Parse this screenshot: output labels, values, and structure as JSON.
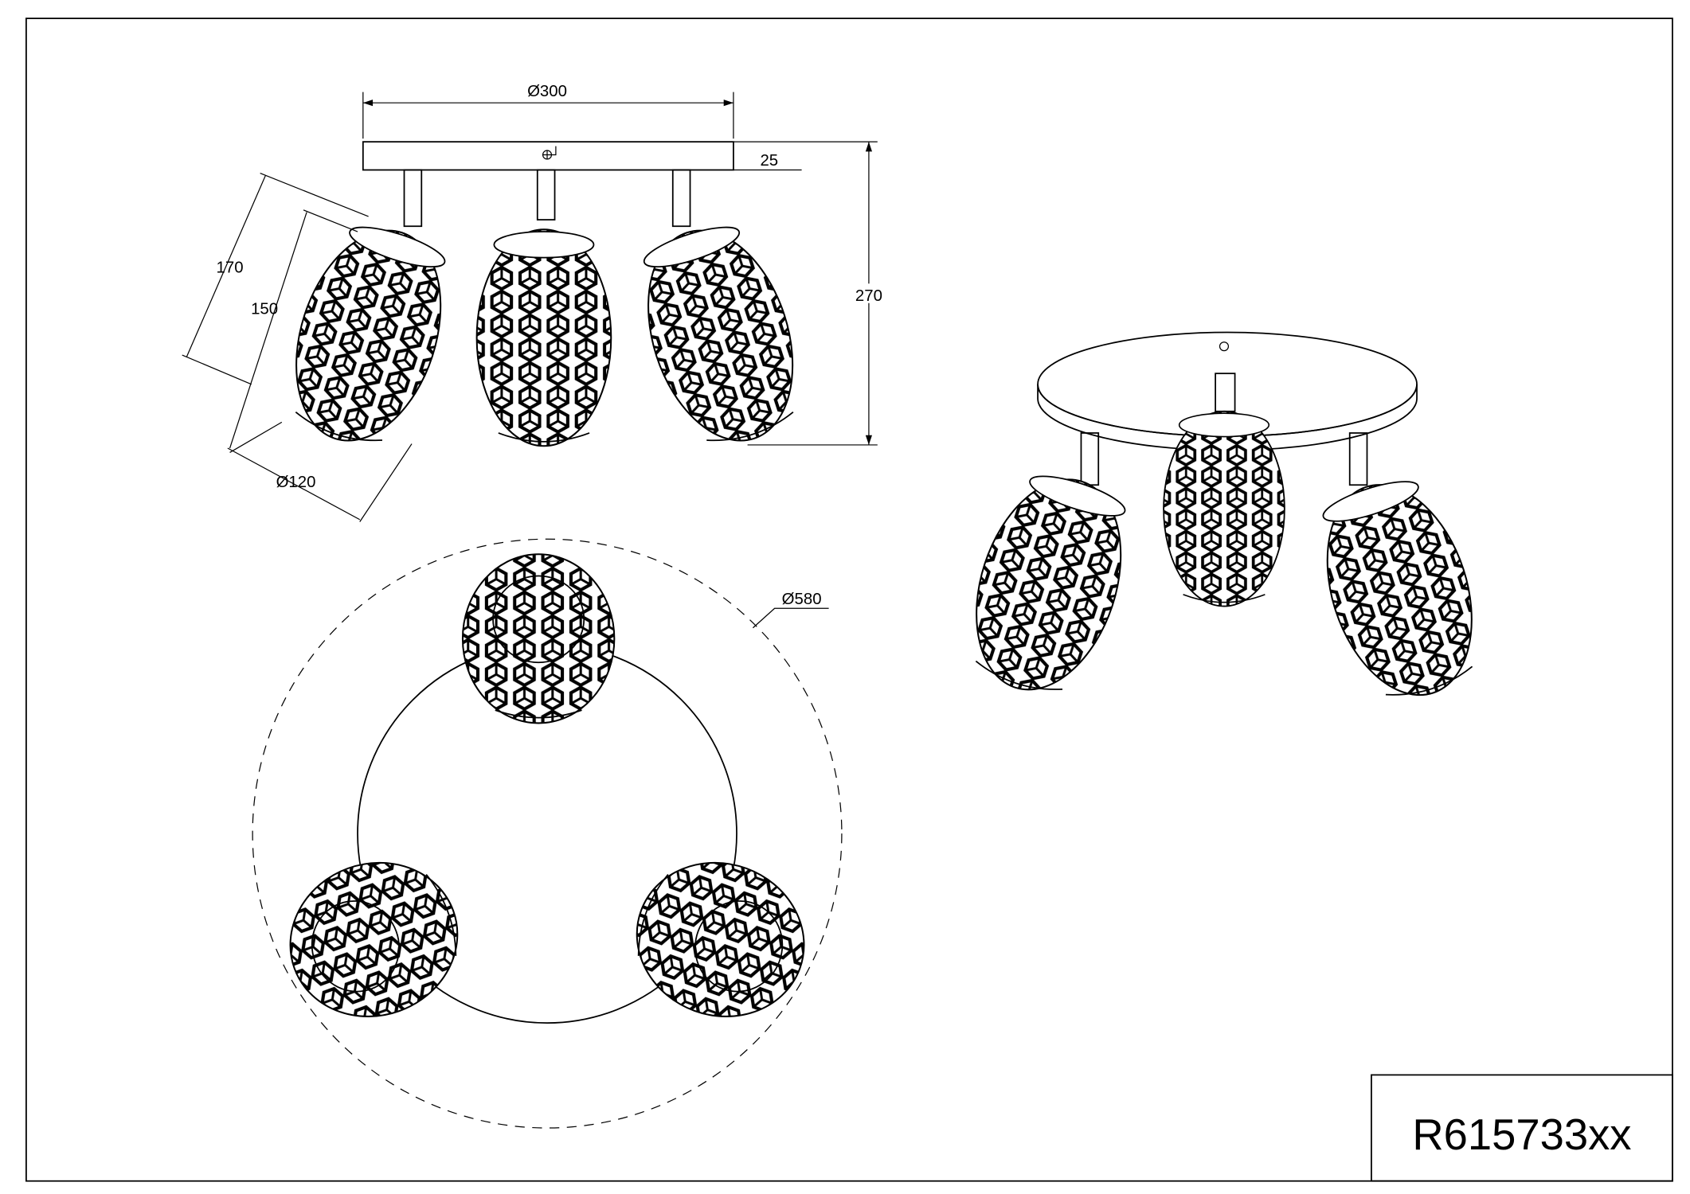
{
  "drawing": {
    "product_code": "R615733xx",
    "dimensions": {
      "bar_width": "Ø300",
      "bar_height": "25",
      "total_height": "270",
      "arm_length": "170",
      "shade_length": "150",
      "shade_diameter": "Ø120",
      "round_diameter": "Ø580"
    },
    "line_color": "#000000",
    "background_color": "#ffffff"
  }
}
